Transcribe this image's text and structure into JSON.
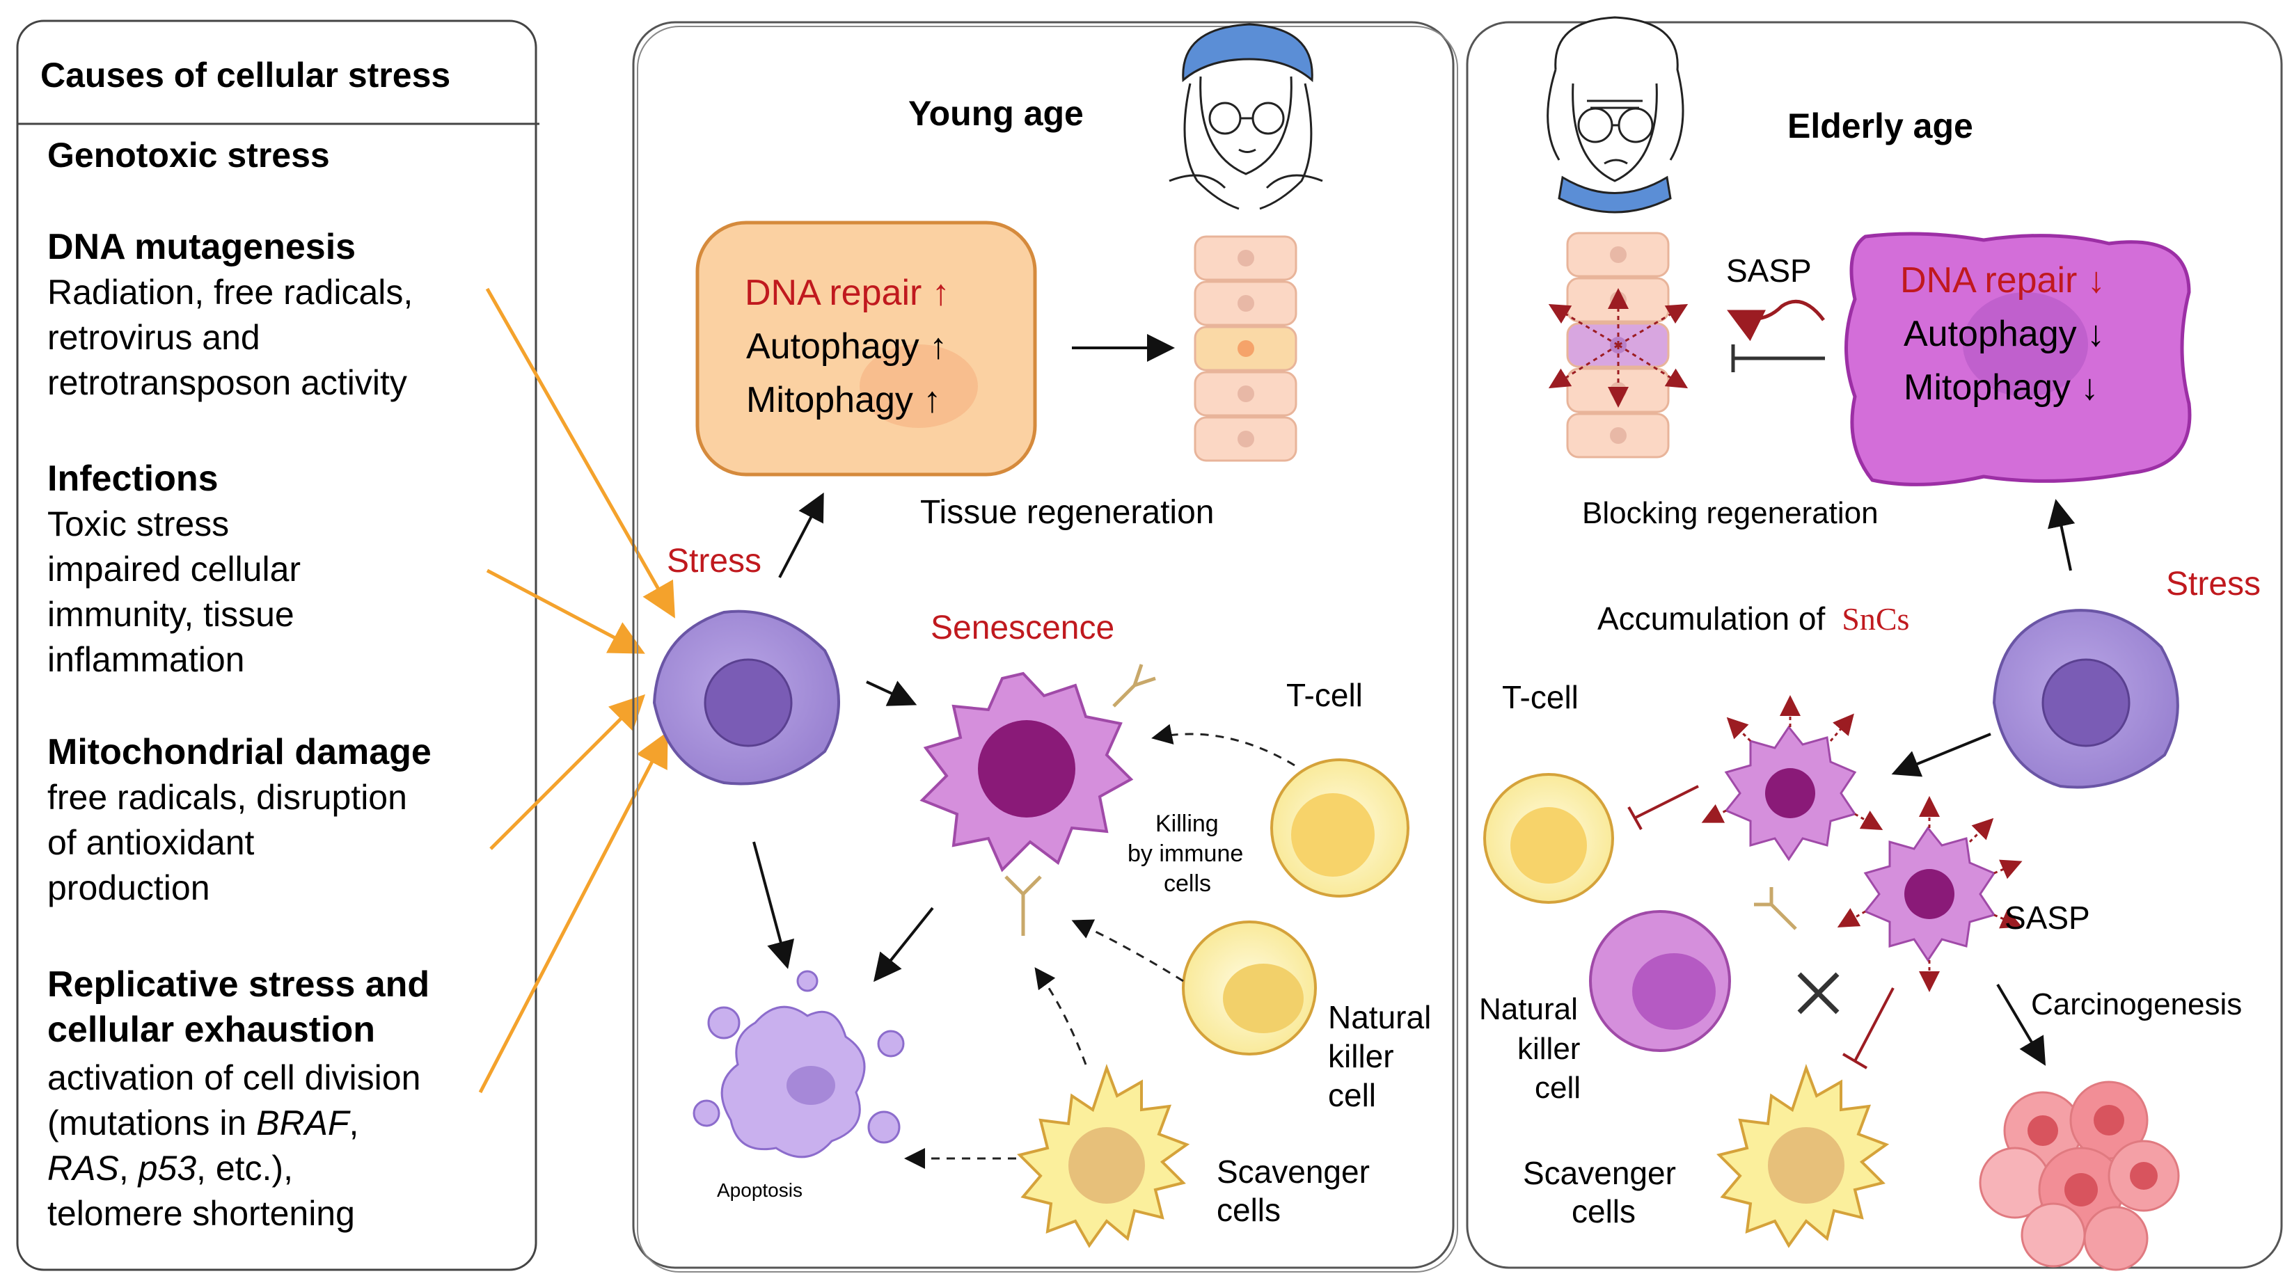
{
  "causes": {
    "title": "Causes of cellular stress",
    "genotoxic_heading": "Genotoxic stress",
    "dna": {
      "heading": "DNA mutagenesis",
      "lines": [
        "Radiation, free radicals,",
        "retrovirus and",
        "retrotransposon activity"
      ]
    },
    "infections": {
      "heading": "Infections",
      "lines": [
        "Toxic stress",
        "impaired cellular",
        "immunity, tissue",
        "inflammation"
      ]
    },
    "mito": {
      "heading": "Mitochondrial damage",
      "lines": [
        "free radicals, disruption",
        "of antioxidant",
        "production"
      ]
    },
    "replicative": {
      "heading": [
        "Replicative stress and",
        "cellular exhaustion"
      ],
      "line1": "activation of cell division",
      "line2_pre": "(mutations in ",
      "line2_gene": "BRAF",
      "line2_post": ",",
      "line3_gene1": "RAS",
      "line3_mid": ", ",
      "line3_gene2": "p53",
      "line3_post": ", etc.),",
      "line4": "telomere shortening"
    }
  },
  "young": {
    "title": "Young age",
    "box": {
      "dna_repair": "DNA repair ↑",
      "autophagy": "Autophagy ↑",
      "mitophagy": "Mitophagy ↑"
    },
    "tissue_regeneration": "Tissue regeneration",
    "stress": "Stress",
    "senescence": "Senescence",
    "tcell": "T-cell",
    "killing": [
      "Killing",
      "by immune",
      "cells"
    ],
    "nk": [
      "Natural",
      "killer",
      "cell"
    ],
    "scavenger": [
      "Scavenger",
      "cells"
    ],
    "apoptosis": "Apoptosis"
  },
  "elderly": {
    "title": "Elderly age",
    "sasp_top": "SASP",
    "box": {
      "dna_repair": "DNA repair ↓",
      "autophagy": "Autophagy ↓",
      "mitophagy": "Mitophagy ↓"
    },
    "blocking": "Blocking regeneration",
    "accumulation": "Accumulation of",
    "sncs": "SnCs",
    "stress": "Stress",
    "tcell": "T-cell",
    "sasp": "SASP",
    "nk": [
      "Natural",
      "killer",
      "cell"
    ],
    "carcinogenesis": "Carcinogenesis",
    "scavenger": [
      "Scavenger",
      "cells"
    ]
  },
  "colors": {
    "red": "#c0191e",
    "orange": "#f4a22c",
    "purple": "#a38bd4",
    "pink": "#d58fdc",
    "yellow": "#fdf2b3"
  },
  "icons": [
    "young-woman-face-icon",
    "elderly-woman-face-icon",
    "antibody-icon",
    "inhibition-cross-icon"
  ]
}
